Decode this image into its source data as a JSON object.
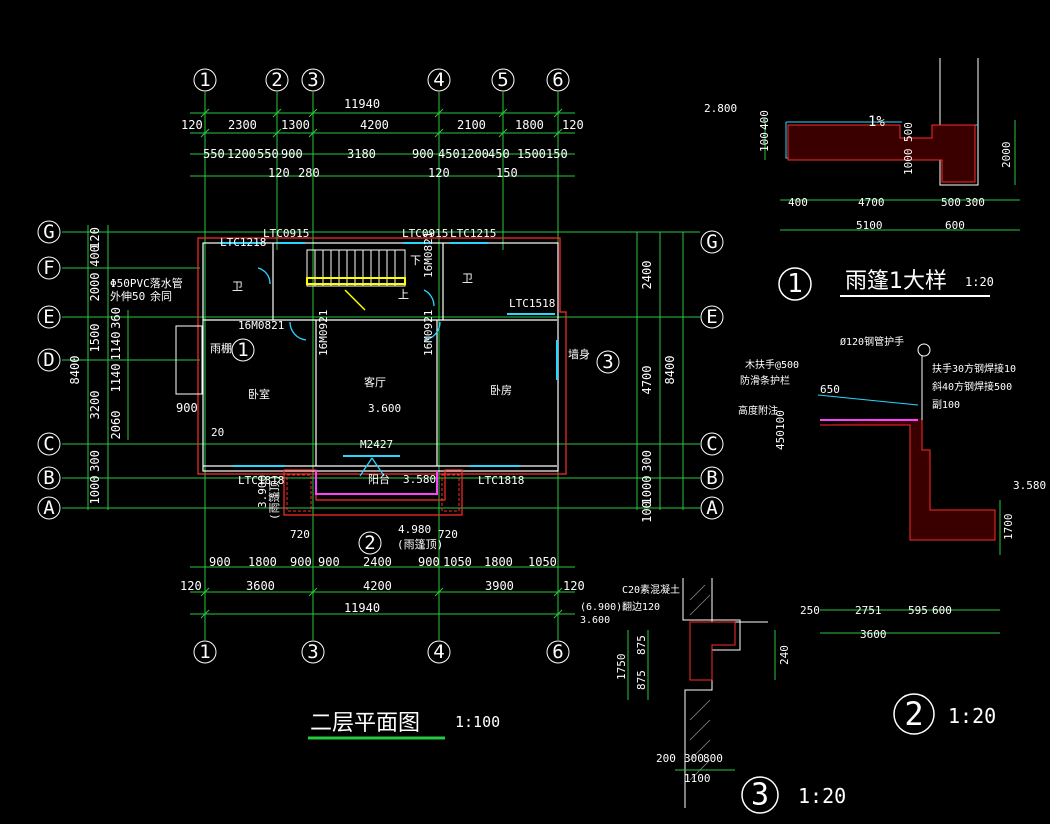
{
  "plan": {
    "title": "二层平面图",
    "scale": "1:100",
    "axes_top": [
      "1",
      "2",
      "3",
      "4",
      "5",
      "6"
    ],
    "axes_bottom": [
      "1",
      "3",
      "4",
      "6"
    ],
    "axes_side": [
      "G",
      "F",
      "E",
      "D",
      "C",
      "B",
      "A"
    ],
    "dims_top_total": "11940",
    "dims_top_row1": [
      "120",
      "2300",
      "1300",
      "4200",
      "2100",
      "1800",
      "120"
    ],
    "dims_top_row2": [
      "550",
      "1200",
      "550",
      "900",
      "3180",
      "900",
      "450",
      "1200",
      "450",
      "1500",
      "150"
    ],
    "dims_top_row3": [
      "120",
      "280",
      "120",
      "150"
    ],
    "dims_bottom_row1": [
      "900",
      "1800",
      "900",
      "900",
      "2400",
      "900",
      "1050",
      "1800",
      "1050"
    ],
    "dims_bottom_row2": [
      "120",
      "3600",
      "4200",
      "3900",
      "120"
    ],
    "dims_bottom_total": "11940",
    "dims_left": [
      "120",
      "400",
      "2000",
      "1500",
      "1140",
      "360",
      "1140",
      "3200",
      "2060",
      "900",
      "8400",
      "300",
      "1000"
    ],
    "dims_right": [
      "2400",
      "4700",
      "8400",
      "300",
      "1000",
      "100"
    ],
    "windows": [
      "LTC1218",
      "LTC0915",
      "LTC0915",
      "LTC1215",
      "LTC1518",
      "LTC1818",
      "LTC1818"
    ],
    "doors": [
      "16M0821",
      "16M0921",
      "16M0921",
      "16M0821",
      "M2427"
    ],
    "rooms": [
      "卧室",
      "客厅",
      "卧房",
      "阳台"
    ],
    "levels": [
      "3.600",
      "3.580",
      "3.900",
      "4.980"
    ],
    "notes": [
      "Φ50PVC落水管",
      "外伸50",
      "余同",
      "下",
      "上",
      "雨棚",
      "墙身"
    ],
    "small_labels": [
      "卫",
      "卫",
      "20",
      "720",
      "720",
      "(雨篷顶)",
      "(雨篷顶)"
    ]
  },
  "detail1": {
    "title": "雨篷1大样",
    "scale": "1:20",
    "number": "1",
    "level": "2.800",
    "slope": "1%",
    "dims": [
      "400",
      "100",
      "500",
      "1000",
      "2000",
      "400",
      "4700",
      "500",
      "300",
      "5100",
      "600"
    ]
  },
  "detail2": {
    "number": "2",
    "scale": "1:20",
    "notes": [
      "Ø120钢管护手",
      "木扶手@500",
      "扶手30方钢焊接10",
      "斜40方钢焊接500",
      "副100",
      "防滑条护栏",
      "高度附注"
    ],
    "dims": [
      "650",
      "450",
      "100",
      "1700",
      "250",
      "2751",
      "595",
      "600",
      "3600"
    ],
    "level": "3.580"
  },
  "detail3": {
    "number": "3",
    "scale": "1:20",
    "notes": [
      "C20素混凝土",
      "翻边120"
    ],
    "levels": [
      "(6.900)",
      "3.600"
    ],
    "dims": [
      "1750",
      "875",
      "875",
      "240",
      "200",
      "300",
      "800",
      "1100"
    ]
  }
}
